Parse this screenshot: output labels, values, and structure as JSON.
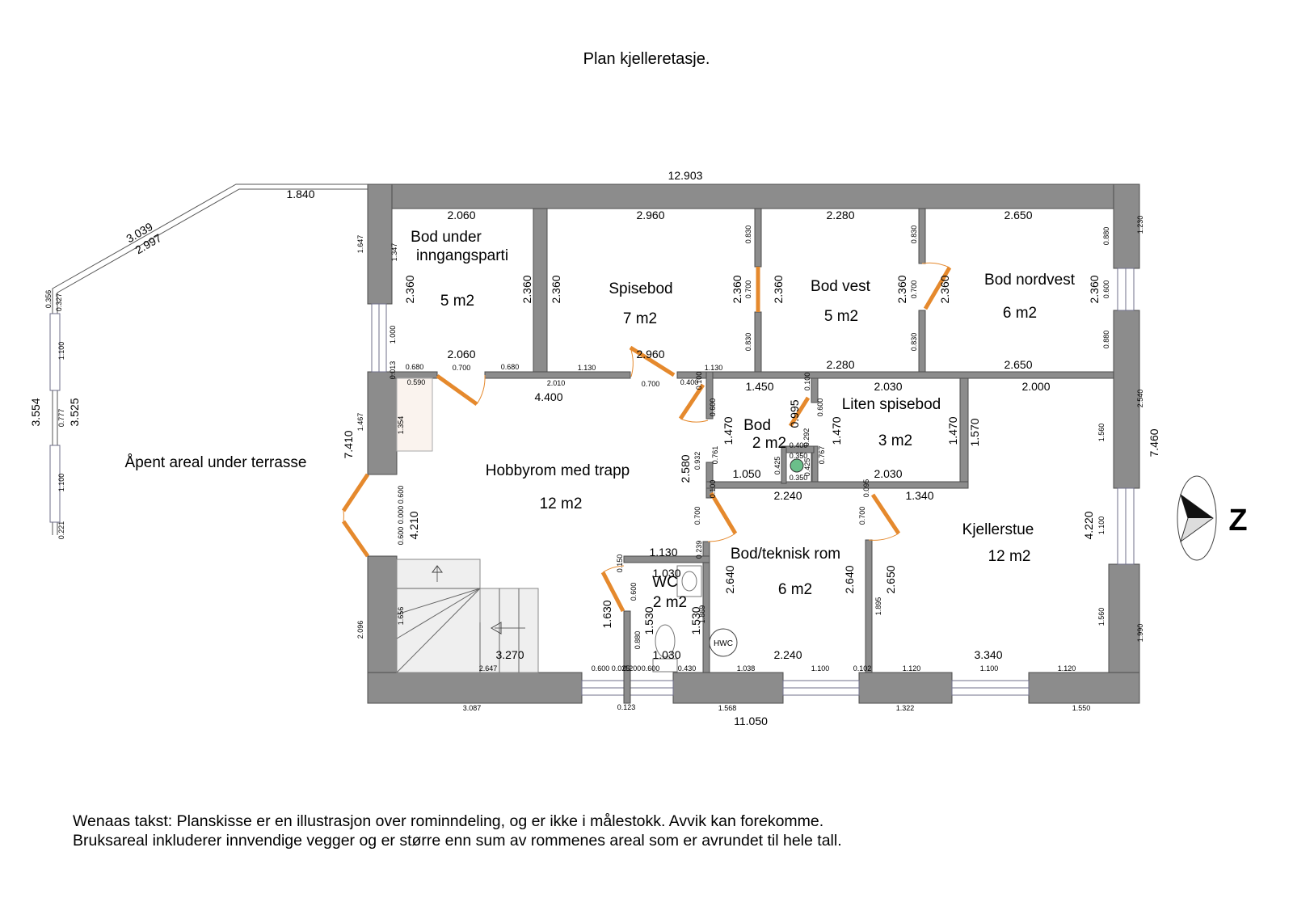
{
  "title": "Plan kjelleretasje.",
  "footer": {
    "line1": "Wenaas takst: Planskisse er en illustrasjon over rominndeling, og er ikke i målestokk. Avvik kan forekomme.",
    "line2": "Bruksareal inkluderer innvendige vegger og er større enn sum av rommenes areal som er avrundet til hele tall."
  },
  "compass": {
    "label": "Z"
  },
  "stairs": {
    "heater_label": "HWC"
  },
  "colors": {
    "wall": "#8c8c8c",
    "door": "#e5892d",
    "window": "#ffffff"
  },
  "rooms": {
    "bod_under": {
      "name_1": "Bod under",
      "name_2": "inngangsparti",
      "area": "5 m2"
    },
    "spisebod": {
      "name": "Spisebod",
      "area": "7 m2"
    },
    "bod_vest": {
      "name": "Bod vest",
      "area": "5 m2"
    },
    "bod_nordvest": {
      "name": "Bod nordvest",
      "area": "6 m2"
    },
    "bod": {
      "name": "Bod",
      "area": "2 m2"
    },
    "liten_spisebod": {
      "name": "Liten spisebod",
      "area": "3 m2"
    },
    "hobbyrom": {
      "name": "Hobbyrom med trapp",
      "area": "12 m2"
    },
    "bod_teknisk": {
      "name": "Bod/teknisk rom",
      "area": "6 m2"
    },
    "wc": {
      "name": "WC",
      "area": "2 m2"
    },
    "kjellerstue": {
      "name": "Kjellerstue",
      "area": "12 m2"
    },
    "terrasse": {
      "name": "Åpent areal under terrasse"
    }
  },
  "dims": {
    "top_total": "12.903",
    "bottom_total": "11.050",
    "left_total": "7.410",
    "right_total": "7.460",
    "diag_top": "1.840",
    "diag_a": "3.039",
    "diag_b": "2.997",
    "ext_left_a": "3.554",
    "ext_left_b": "3.525",
    "r1_top": "2.060",
    "r1_bottom": "2.060",
    "r1_left": "2.360",
    "r1_right": "2.360",
    "r2_top": "2.960",
    "r2_bottom": "2.960",
    "r2_left": "2.360",
    "r2_right": "2.360",
    "r3_top": "2.280",
    "r3_bottom": "2.280",
    "r3_left": "2.360",
    "r3_right": "2.360",
    "r4_top": "2.650",
    "r4_bottom": "2.650",
    "r4_left": "2.360",
    "r4_right": "2.360",
    "bod_top": "1.450",
    "bod_bottom": "1.050",
    "bod_left": "1.470",
    "bod_diag": "0.995",
    "ls_top": "2.030",
    "ls_bottom": "2.030",
    "ls_left": "1.470",
    "ls_right": "1.470",
    "hobby_top": "4.400",
    "hobby_left": "4.210",
    "hobby_right": "2.580",
    "stair_bottom": "3.270",
    "bt_top": "2.240",
    "bt_bottom": "2.240",
    "bt_left": "2.640",
    "bt_right": "2.640",
    "kj_top": "2.000",
    "kj_mid": "1.340",
    "kj_left": "2.650",
    "kj_right": "4.220",
    "kj_bottom": "3.340",
    "kj_side": "1.570",
    "wc_top": "1.130",
    "wc_inner": "1.030",
    "wc_bottom": "1.030",
    "wc_left": "1.530",
    "wc_right": "1.530",
    "wc_door": "1.630",
    "s_1347": "1.347",
    "s_1647": "1.647",
    "s_1000": "1.000",
    "s_0680a": "0.680",
    "s_0680b": "0.680",
    "s_0700a": "0.700",
    "s_0013": "0.013",
    "s_0590": "0.590",
    "s_1354": "1.354",
    "s_1467": "1.467",
    "s_2010": "2.010",
    "s_1130a": "1.130",
    "s_1130b": "1.130",
    "s_0700b": "0.700",
    "s_0830a": "0.830",
    "s_0830b": "0.830",
    "s_0830c": "0.830",
    "s_0830d": "0.830",
    "s_0700c": "0.700",
    "s_0700d": "0.700",
    "s_0880a": "0.880",
    "s_0880b": "0.880",
    "s_0600r": "0.600",
    "s_1230": "1.230",
    "s_2540": "2.540",
    "s_1560a": "1.560",
    "s_1100r": "1.100",
    "s_1560b": "1.560",
    "s_1990": "1.990",
    "s_0400a": "0.400",
    "s_0100a": "0.100",
    "s_0100b": "0.100",
    "s_0600a": "0.600",
    "s_0600b": "0.600",
    "s_0932": "0.932",
    "s_0761": "0.761",
    "s_0767": "0.767",
    "s_0292": "0.292",
    "s_0400b": "0.400",
    "s_0350a": "0.350",
    "s_0350b": "0.350",
    "s_0425a": "0.425",
    "s_0425b": "0.425",
    "s_0100c": "0.100",
    "s_0095": "0.095",
    "s_0700e": "0.700",
    "s_0700f": "0.700",
    "s_0239": "0.239",
    "s_0150": "0.150",
    "s_0600c": "0.600",
    "s_1869": "1.869",
    "s_1895": "1.895",
    "s_0880c": "0.880",
    "s_0600d": "0.600",
    "s_0025": "0.025",
    "s_0200": "0.200",
    "s_0600e": "0.600",
    "s_0430": "0.430",
    "s_1038": "1.038",
    "s_1100a": "1.100",
    "s_0102": "0.102",
    "s_1120a": "1.120",
    "s_1100b": "1.100",
    "s_1120b": "1.120",
    "s_3087": "3.087",
    "s_0123": "0.123",
    "s_1568": "1.568",
    "s_1322": "1.322",
    "s_1550": "1.550",
    "s_2647": "2.647",
    "s_1656": "1.656",
    "s_2096": "2.096",
    "s_0600f": "0.600",
    "s_0000": "0.000",
    "s_0600g": "0.600",
    "s_0356": "0.356",
    "s_0327": "0.327",
    "s_1100c": "1.100",
    "s_0777": "0.777",
    "s_1100d": "1.100",
    "s_0221": "0.221"
  }
}
